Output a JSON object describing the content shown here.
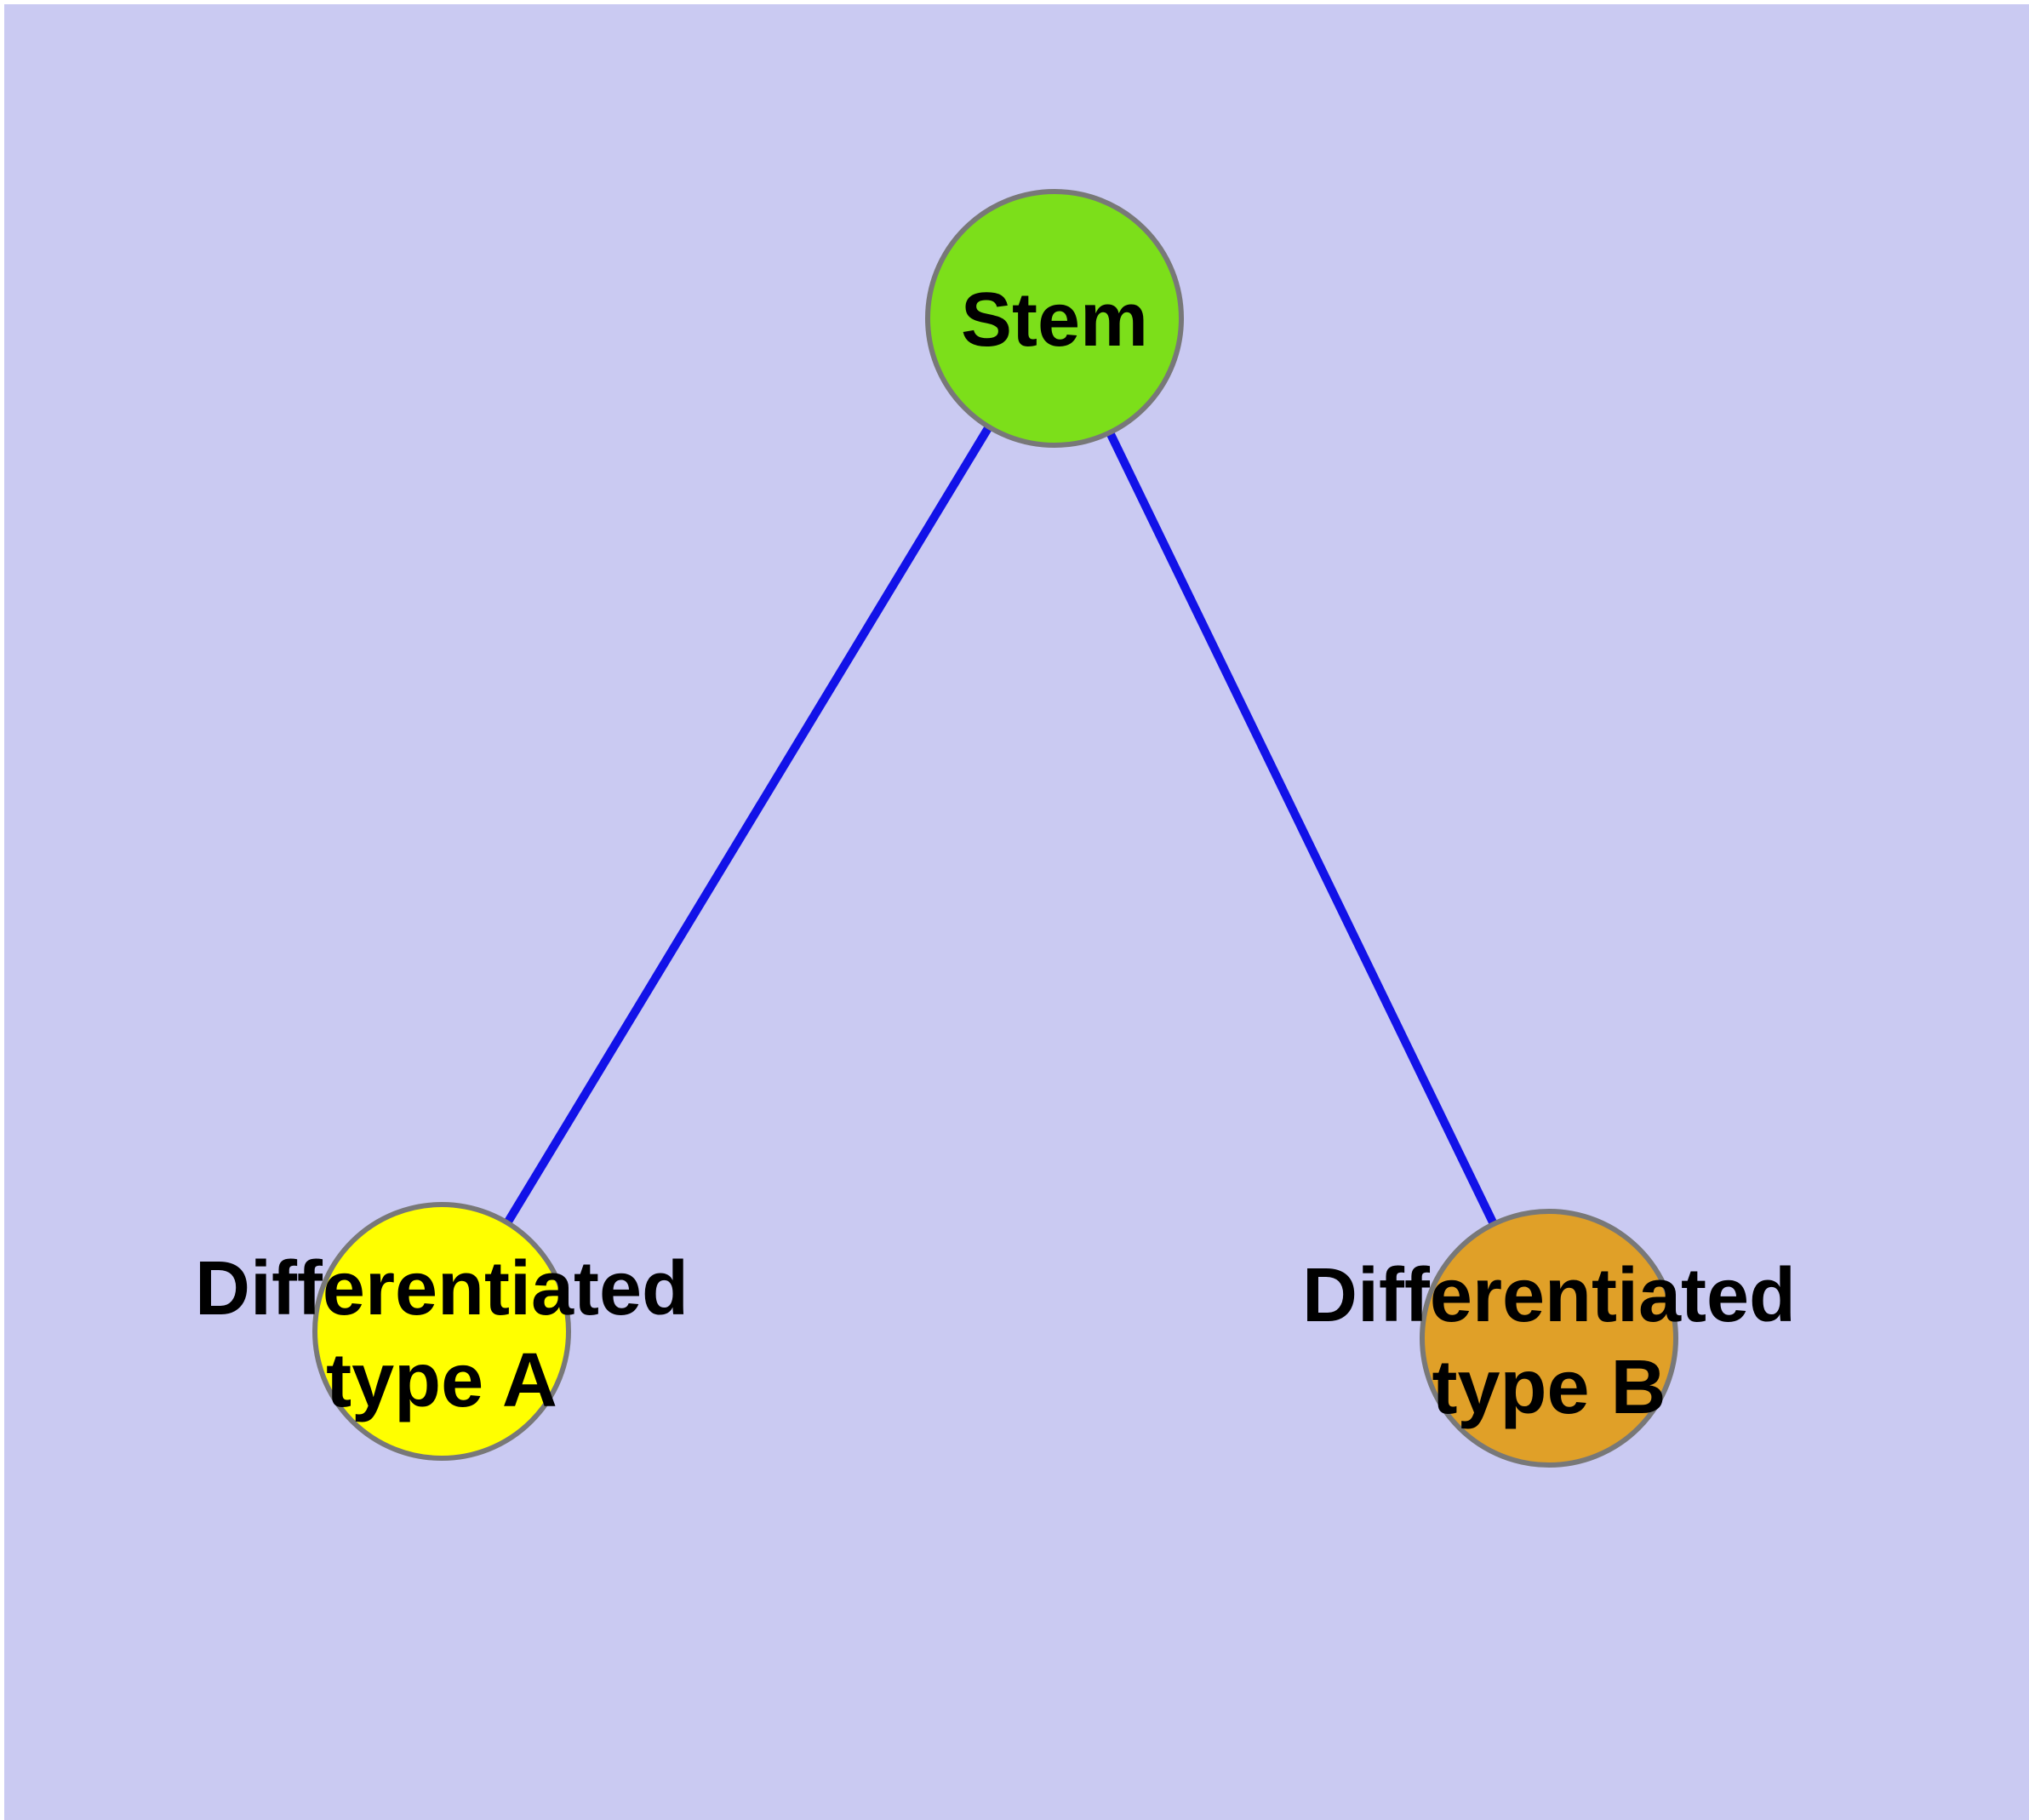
{
  "diagram": {
    "type": "node-link-graph",
    "background_color": "#cacaf2",
    "frame_color": "#ffffff",
    "edge_color": "#1212e8",
    "node_border_color": "#787878",
    "label_color": "#000000",
    "nodes": [
      {
        "id": "stem",
        "label": "Stem",
        "label_lines": [
          "Stem"
        ],
        "color": "#7cdf1a"
      },
      {
        "id": "differentiated-type-a",
        "label": "Differentiated type A",
        "label_lines": [
          "Differentiated",
          "type A"
        ],
        "color": "#ffff00"
      },
      {
        "id": "differentiated-type-b",
        "label": "Differentiated type B",
        "label_lines": [
          "Differentiated",
          "type B"
        ],
        "color": "#e0a028"
      }
    ],
    "edges": [
      {
        "from": "stem",
        "to": "differentiated-type-a"
      },
      {
        "from": "stem",
        "to": "differentiated-type-b"
      }
    ]
  }
}
